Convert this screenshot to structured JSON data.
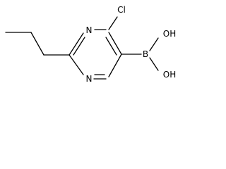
{
  "molecule": {
    "atoms": {
      "n_top": "N",
      "n_bottom": "N",
      "chlorine": "Cl",
      "boron": "B",
      "hydroxyl_top": "OH",
      "hydroxyl_bottom": "OH"
    }
  }
}
